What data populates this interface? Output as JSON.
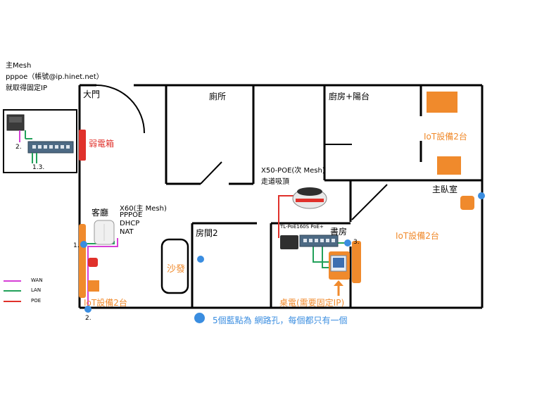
{
  "header": {
    "line1": "主Mesh",
    "line2": "pppoe（帳號@ip.hinet.net）",
    "line3": "就取得固定IP"
  },
  "inset": {
    "label_2": "2.",
    "label_13": "1.3."
  },
  "rooms": {
    "gate": "大門",
    "toilet": "廁所",
    "kitchen": "廚房+陽台",
    "master": "主臥室",
    "living": "客廳",
    "room2": "房間2",
    "study": "書房",
    "sofa": "沙發"
  },
  "devices": {
    "junction_box": "弱電箱",
    "x60_title": "X60(主 Mesh)",
    "x60_pppoe": "PPPOE",
    "x60_dhcp": "DHCP",
    "x60_nat": "NAT",
    "x50_title": "X50-POE(次 Mesh)",
    "x50_sub": "走道吸頂",
    "switch": "TL-PoE160S PoE+",
    "iot_top": "IoT設備2台",
    "iot_master": "IoT設備2台",
    "iot_living": "IoT設備2台",
    "desktop": "桌電(需要固定IP)"
  },
  "ports": {
    "p1": "1.",
    "p2": "2.",
    "p3": "3."
  },
  "legend": {
    "wan": "WAN",
    "lan": "LAN",
    "poe": "POE"
  },
  "note": "5個藍點為 網路孔，每個都只有一個",
  "colors": {
    "wan": "#d63fd6",
    "lan": "#22a15a",
    "poe": "#e0312b",
    "dot": "#3a8de0",
    "orange": "#f08a2c"
  }
}
